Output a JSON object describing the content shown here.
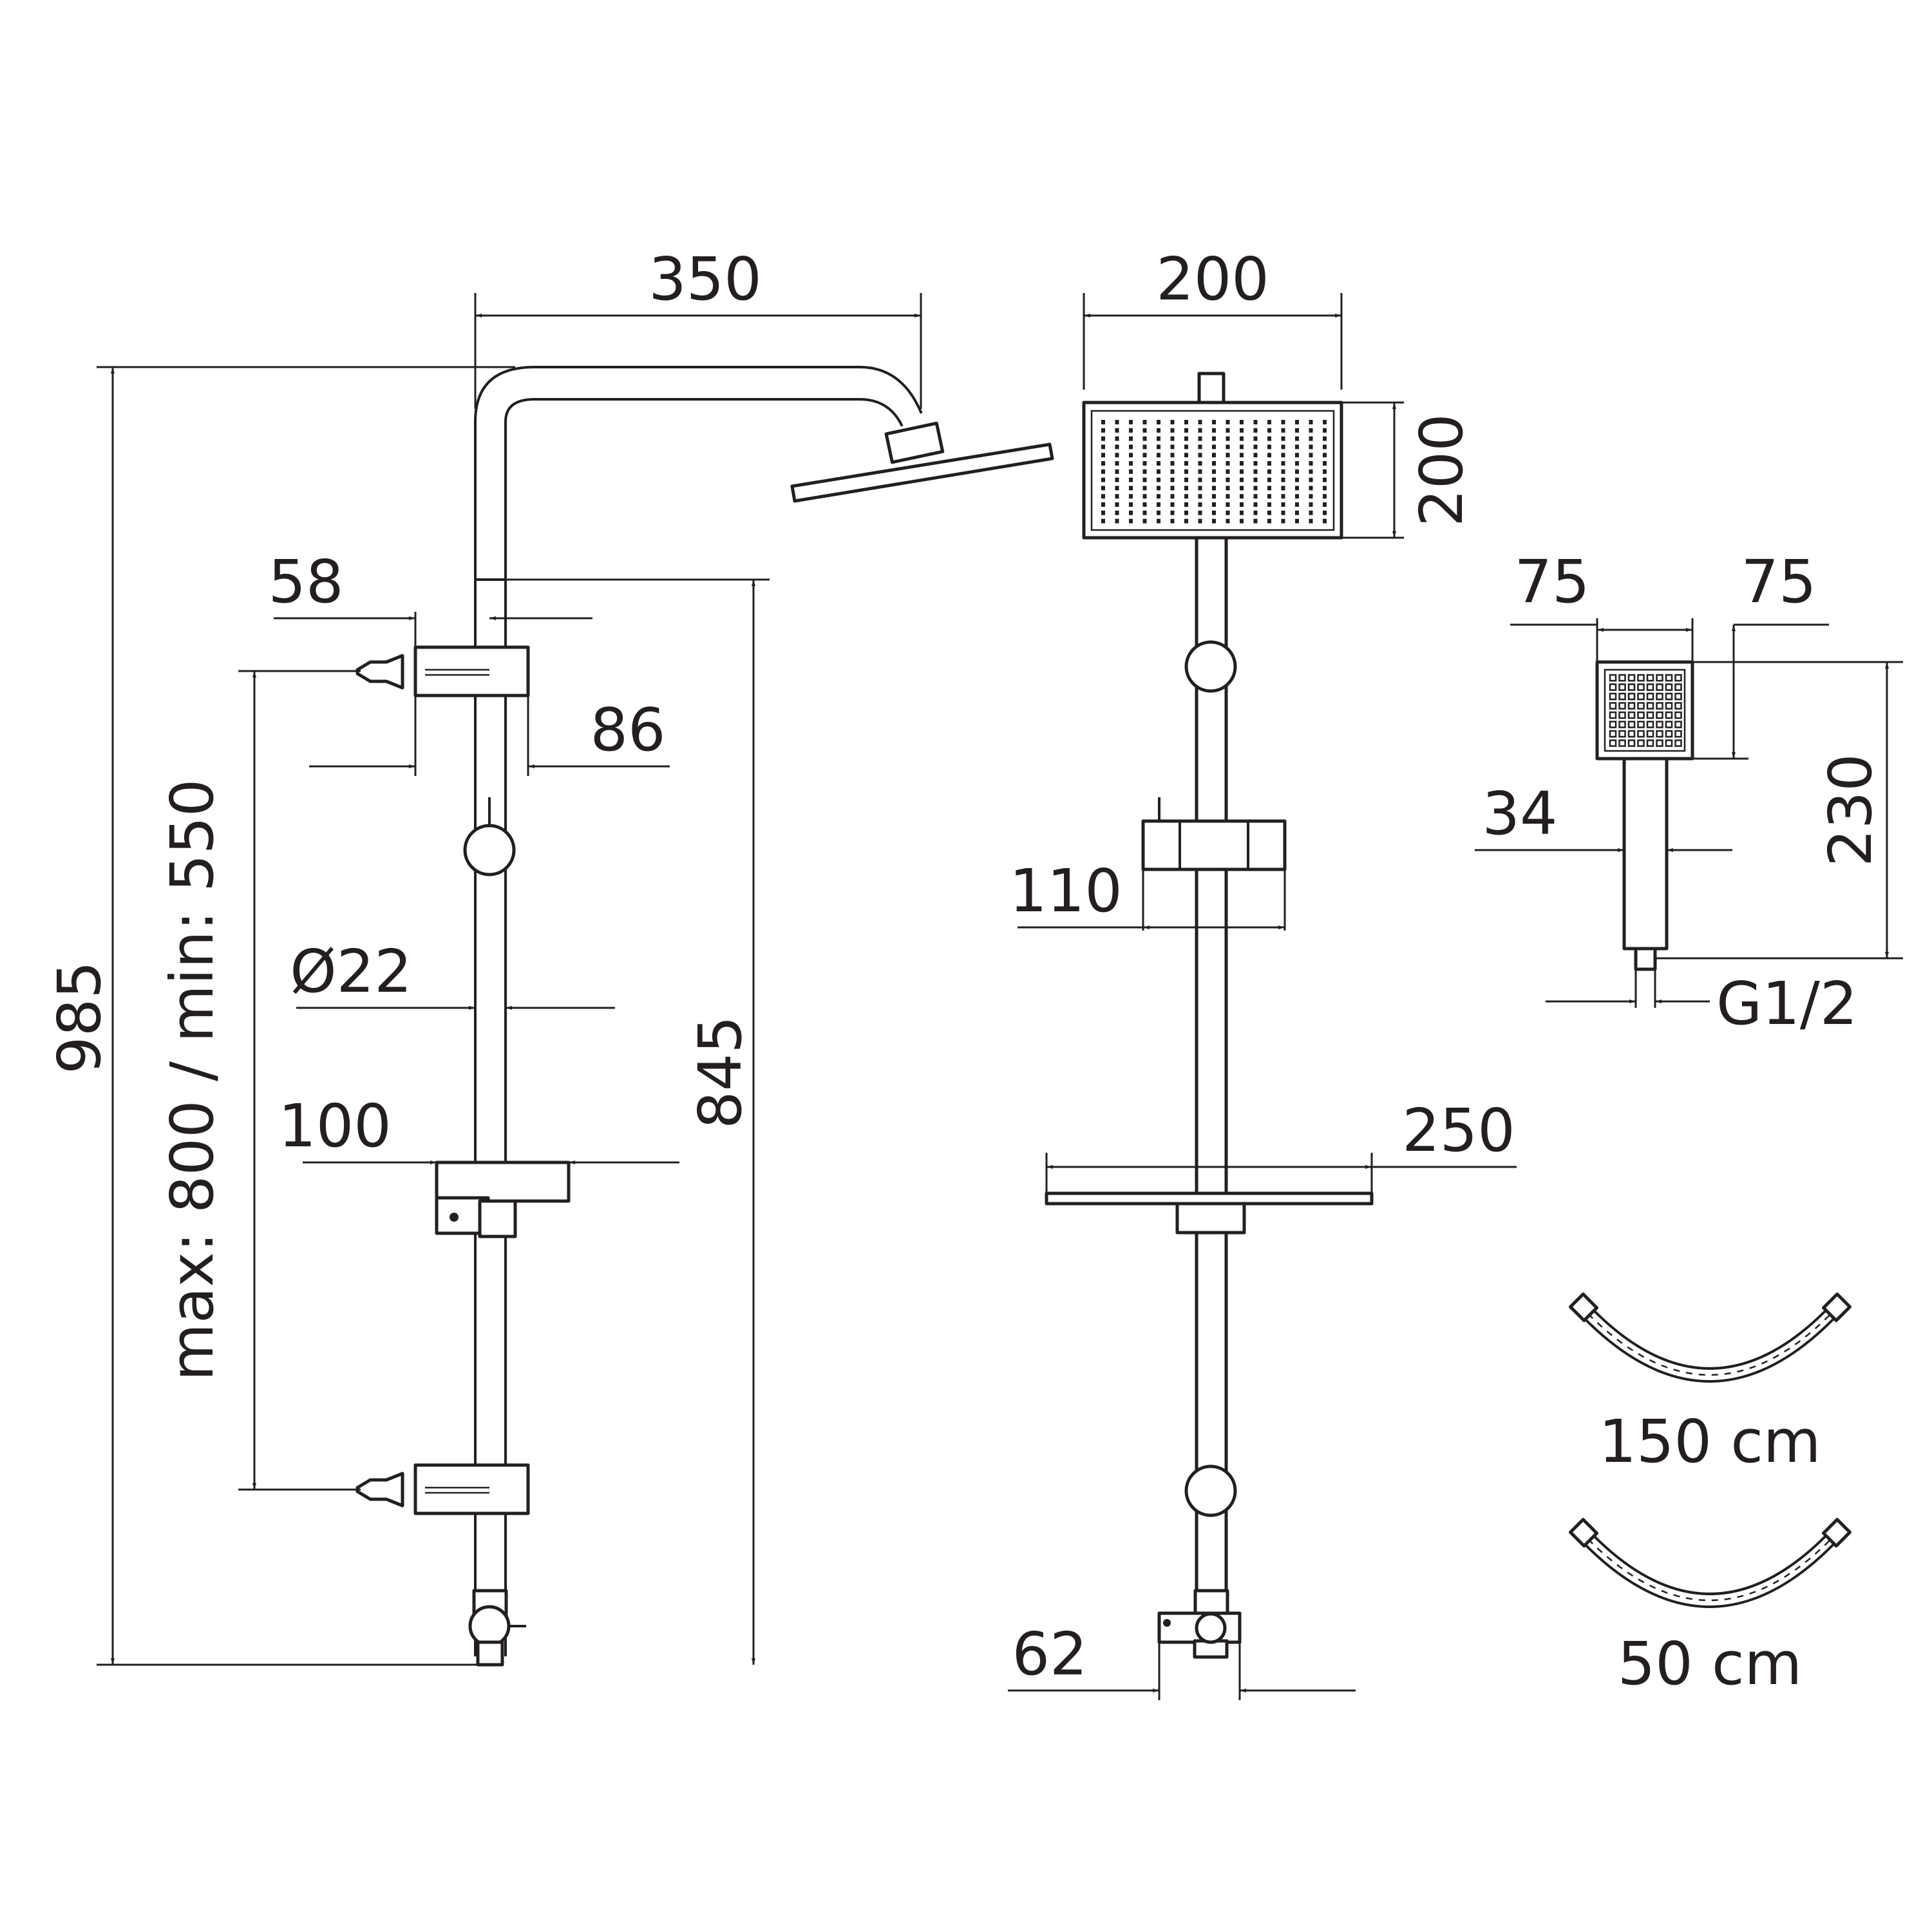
{
  "side_view": {
    "dim_height_total": "985",
    "dim_arm_reach": "350",
    "dim_bracket_depth": "58",
    "dim_bracket_width": "86",
    "dim_bracket_spacing": "max: 800 / min: 550",
    "dim_pipe_diameter": "Ø22",
    "dim_holder_width": "100",
    "dim_height_to_holder": "845"
  },
  "front_view": {
    "dim_head_width": "200",
    "dim_head_height": "200",
    "dim_slider_width": "110",
    "dim_shelf_width": "250",
    "dim_diverter_width": "62"
  },
  "hand_shower": {
    "dim_left": "75",
    "dim_right": "75",
    "dim_handle_width": "34",
    "dim_length": "230",
    "dim_thread": "G1/2"
  },
  "hoses": [
    {
      "label": "150 cm"
    },
    {
      "label": "50 cm"
    }
  ]
}
